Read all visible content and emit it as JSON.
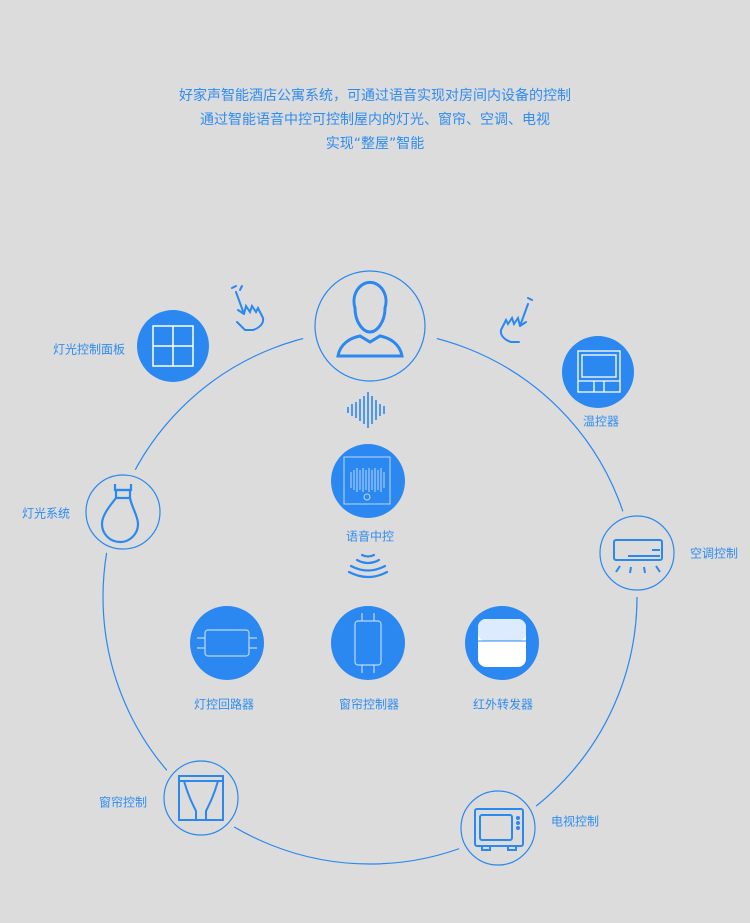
{
  "intro": {
    "line1": "好家声智能酒店公寓系统，可通过语音实现对房间内设备的控制",
    "line2": "通过智能语音中控可控制屋内的灯光、窗帘、空调、电视",
    "line3": "实现“整屋”智能"
  },
  "nodes": {
    "light_panel": "灯光控制面板",
    "thermostat": "温控器",
    "ac": "空调控制",
    "tv": "电视控制",
    "curtain": "窗帘控制",
    "lighting": "灯光系统",
    "voice_hub": "语音中控",
    "light_relay": "灯控回路器",
    "curtain_controller": "窗帘控制器",
    "ir_repeater": "红外转发器"
  },
  "colors": {
    "accent": "#2a88f0",
    "background": "#dcdcdc"
  }
}
